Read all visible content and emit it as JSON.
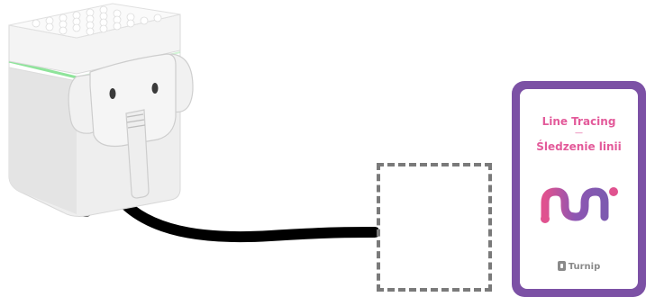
{
  "card": {
    "title": "Line Tracing",
    "separator": "—",
    "subtitle": "Śledzenie linii",
    "brand": "Turnip"
  },
  "icons": [
    "robot-elephant-icon",
    "line-trace-icon",
    "turnip-logo-icon"
  ],
  "colors": {
    "card_border": "#7c51a5",
    "card_text": "#e35a9a",
    "line": "#000000",
    "target_outline": "#7a7a7a",
    "logo_gradient": [
      "#e0528f",
      "#7d5bb0"
    ]
  }
}
